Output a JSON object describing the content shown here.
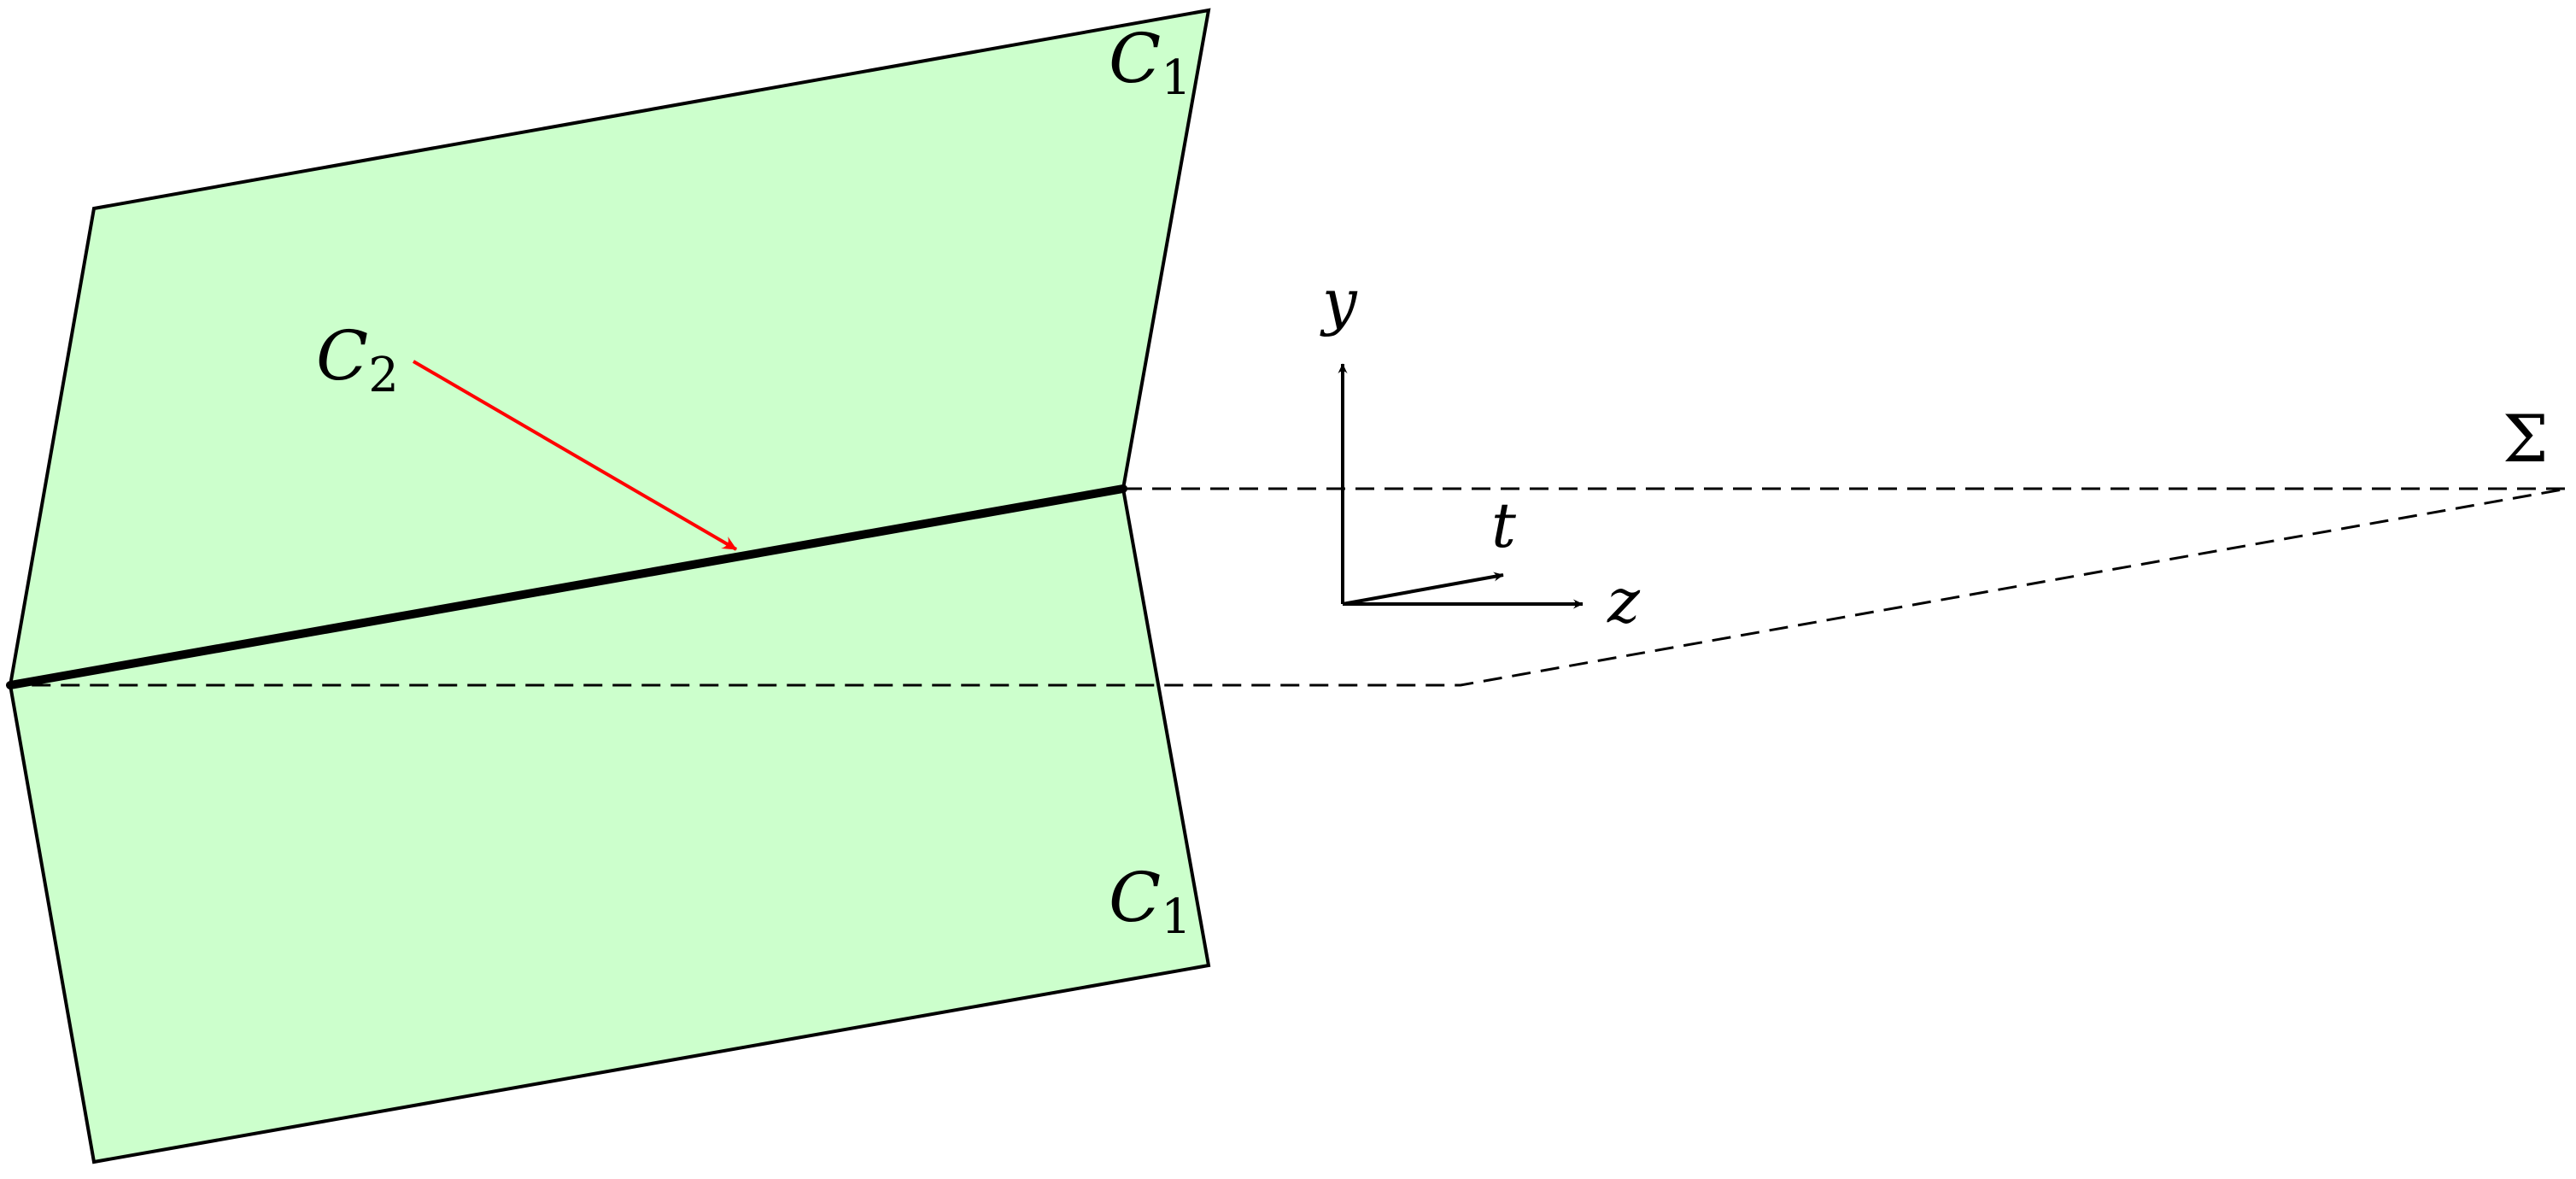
{
  "colors": {
    "plane_fill": "#ccffcc",
    "stroke": "#000000",
    "pointer": "#ff0000"
  },
  "labels": {
    "c1_top": {
      "base": "C",
      "sub": "1"
    },
    "c1_bottom": {
      "base": "C",
      "sub": "1"
    },
    "c2": {
      "base": "C",
      "sub": "2"
    },
    "sigma": "Σ",
    "axis_y": "y",
    "axis_z": "z",
    "axis_t": "t"
  }
}
